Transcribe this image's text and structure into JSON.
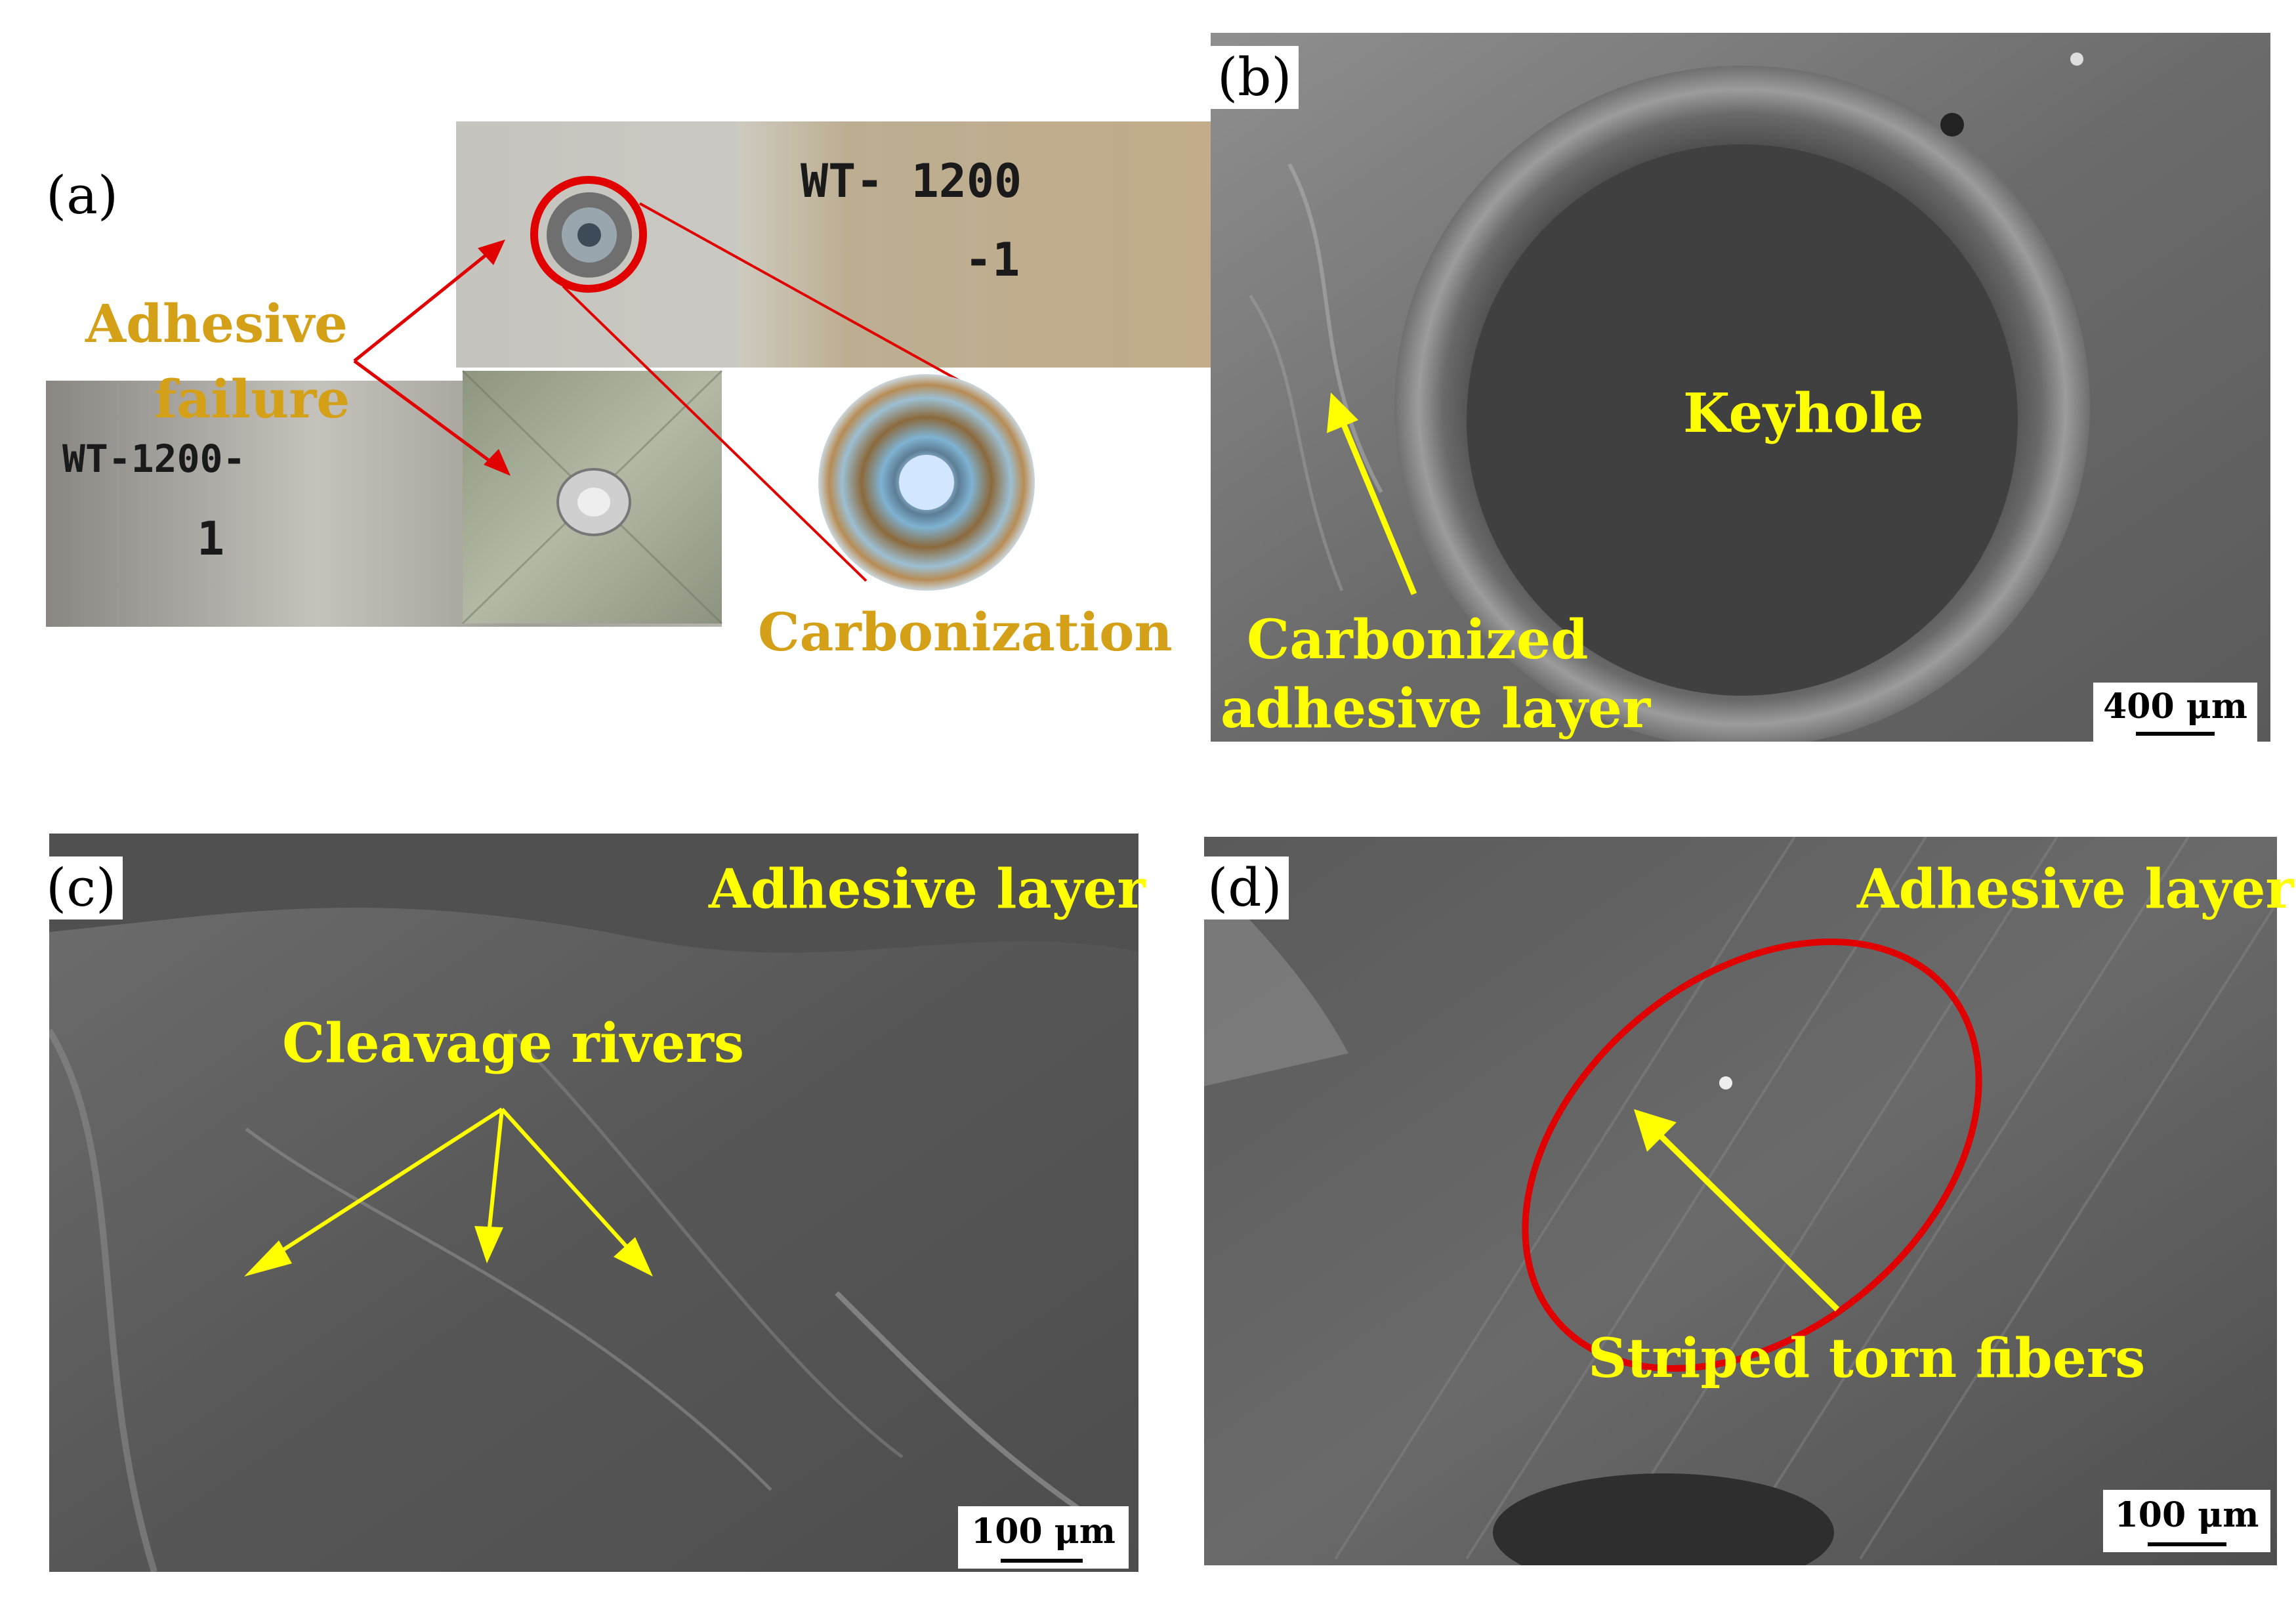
{
  "panels": {
    "a": {
      "label": "(a)",
      "annotations": {
        "adhesive_failure_line1": "Adhesive",
        "adhesive_failure_line2": "failure",
        "carbonization": "Carbonization"
      },
      "handwriting": {
        "top_line1": "WT- 1200",
        "top_line2": "-1",
        "bottom_line1": "WT-1200-",
        "bottom_line2": "1"
      }
    },
    "b": {
      "label": "(b)",
      "annotations": {
        "keyhole": "Keyhole",
        "carbonized_line1": "Carbonized",
        "carbonized_line2": "adhesive layer"
      },
      "scale": "400 μm"
    },
    "c": {
      "label": "(c)",
      "annotations": {
        "adhesive_layer": "Adhesive layer",
        "cleavage_rivers": "Cleavage rivers"
      },
      "scale": "100 μm"
    },
    "d": {
      "label": "(d)",
      "annotations": {
        "adhesive_layer": "Adhesive layer",
        "striped_torn_fibers": "Striped torn fibers"
      },
      "scale": "100 μm"
    }
  },
  "colors": {
    "annotation_yellow": "#ffff00",
    "annotation_orange": "#d4a017",
    "highlight_red": "#e00000"
  }
}
